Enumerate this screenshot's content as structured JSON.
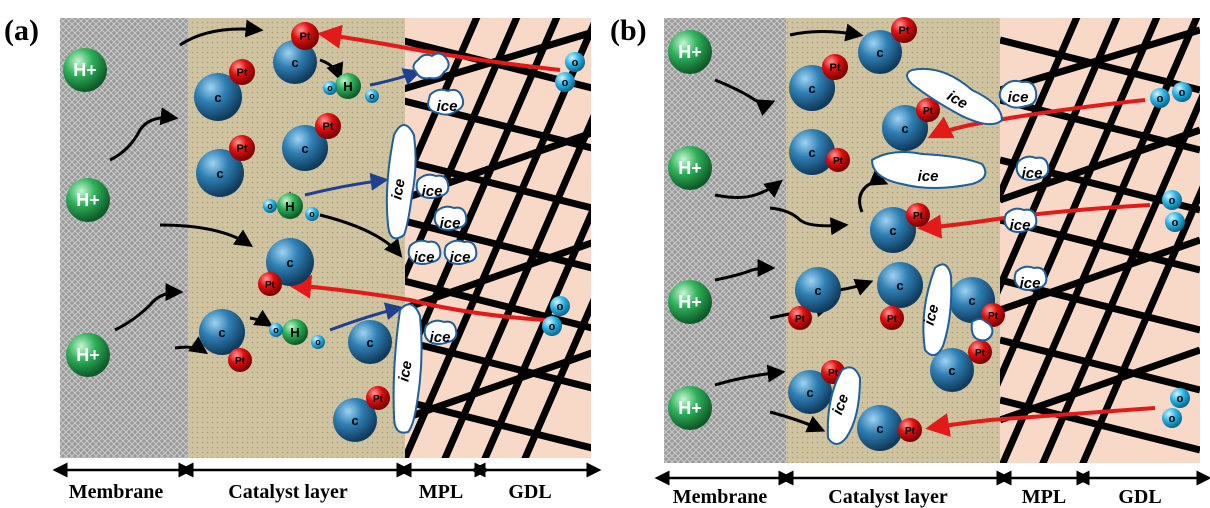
{
  "panels": [
    {
      "label": "(a)",
      "zones": [
        "Membrane",
        "Catalyst layer",
        "MPL",
        "GDL"
      ]
    },
    {
      "label": "(b)",
      "zones": [
        "Membrane",
        "Catalyst layer",
        "MPL",
        "GDL"
      ]
    }
  ],
  "particles": {
    "proton": "H+",
    "carbon": "c",
    "platinum": "Pt",
    "oxygen": "o",
    "water_h": "H",
    "ice": "ice"
  },
  "colors": {
    "membrane": "#9a9a9a",
    "catalyst": "#cfc3a0",
    "gdl": "#f8d9c7",
    "carbon": "#2f7fb3",
    "platinum": "#e01010",
    "oxygen": "#2ab3e6",
    "proton": "#2fb15a",
    "reaction_arrow": "#e31a1a",
    "water_arrow": "#1f3f8f"
  }
}
